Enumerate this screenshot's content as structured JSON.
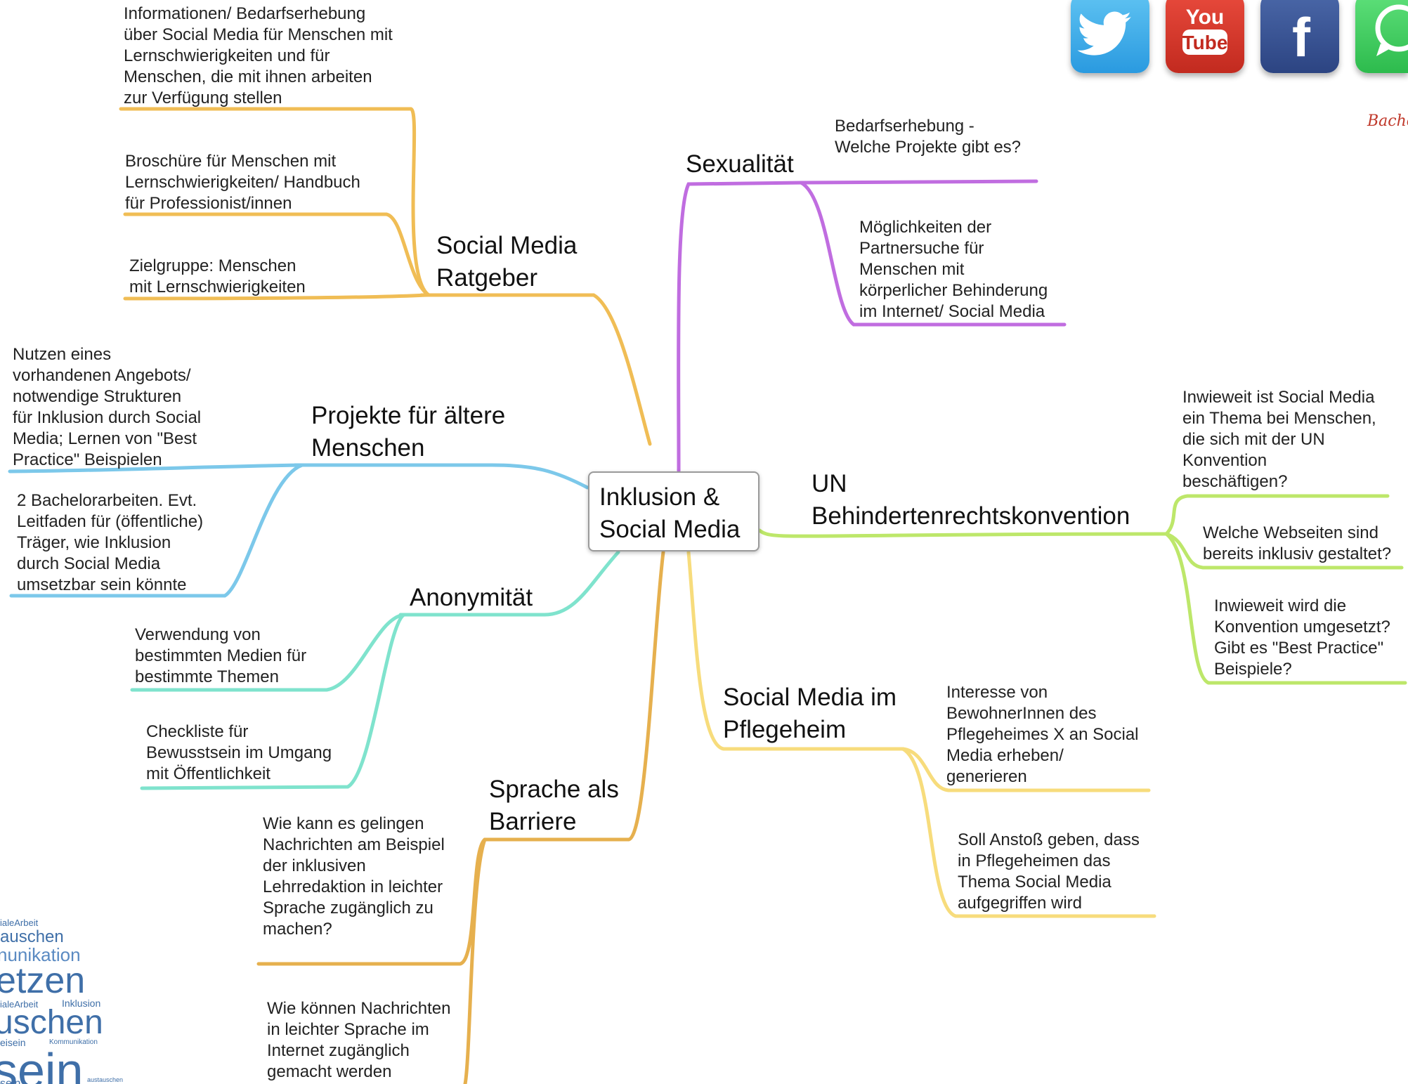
{
  "central": "Inklusion &\nSocial Media",
  "colors": {
    "orange": "#f0bd55",
    "purple": "#c06de0",
    "blue": "#7cc8ea",
    "teal": "#7fe3cd",
    "green": "#bde76a",
    "yellow": "#f7dc7c",
    "sprache": "#e6b04e"
  },
  "branches": {
    "social_media_ratgeber": {
      "label": "Social Media\nRatgeber",
      "leaves": [
        "Informationen/ Bedarfserhebung\nüber Social Media für Menschen mit\nLernschwierigkeiten und für\nMenschen, die mit ihnen arbeiten\nzur Verfügung stellen",
        "Broschüre für Menschen mit\nLernschwierigkeiten/ Handbuch\nfür Professionist/innen",
        "Zielgruppe: Menschen\nmit Lernschwierigkeiten"
      ]
    },
    "projekte_aeltere": {
      "label": "Projekte für ältere\nMenschen",
      "leaves": [
        "Nutzen eines\nvorhandenen Angebots/\nnotwendige Strukturen\nfür Inklusion durch Social\nMedia; Lernen von \"Best\nPractice\" Beispielen",
        "2 Bachelorarbeiten. Evt.\nLeitfaden für (öffentliche)\nTräger, wie Inklusion\ndurch Social Media\numsetzbar sein könnte"
      ]
    },
    "anonymitaet": {
      "label": "Anonymität",
      "leaves": [
        "Verwendung von\nbestimmten Medien für\nbestimmte Themen",
        "Checkliste für\nBewusstsein im Umgang\nmit Öffentlichkeit"
      ]
    },
    "sprache": {
      "label": "Sprache als\nBarriere",
      "leaves": [
        "Wie kann es gelingen\nNachrichten am Beispiel\nder inklusiven\nLehrredaktion in leichter\nSprache zugänglich zu\nmachen?",
        "Wie können Nachrichten\nin leichter Sprache im\nInternet zugänglich\ngemacht werden"
      ]
    },
    "sexualitaet": {
      "label": "Sexualität",
      "leaves": [
        "Bedarfserhebung -\nWelche Projekte gibt es?",
        "Möglichkeiten der\nPartnersuche für\nMenschen mit\nkörperlicher Behinderung\nim Internet/ Social Media"
      ]
    },
    "un": {
      "label": "UN\nBehindertenrechtskonvention",
      "leaves": [
        "Inwieweit ist Social Media\nein Thema bei Menschen,\ndie sich mit der UN\nKonvention\nbeschäftigen?",
        "Welche Webseiten sind\nbereits inklusiv gestaltet?",
        "Inwieweit wird die\nKonvention umgesetzt?\nGibt es \"Best Practice\"\nBeispiele?"
      ]
    },
    "pflegeheim": {
      "label": "Social Media im\nPflegeheim",
      "leaves": [
        "Interesse von\nBewohnerInnen des\nPflegeheimes X an Social\nMedia erheben/\ngenerieren",
        "Soll Anstoß geben, dass\nin Pflegeheimen das\nThema Social Media\naufgegriffen wird"
      ]
    }
  },
  "social_icons": {
    "icons": [
      "twitter-icon",
      "youtube-icon",
      "facebook-icon",
      "whatsapp-icon"
    ],
    "youtube_top": "You",
    "youtube_bottom": "Tube",
    "facebook_letter": "f"
  },
  "partial_text": "Bache",
  "word_cloud": {
    "words": [
      "ialeArbeit",
      "auschen",
      "nunikation",
      "etzen",
      "ialeArbeit",
      "Inklusion",
      "uschen",
      "eisein",
      "Kommunikation",
      "sein",
      "sein",
      "austauschen"
    ]
  }
}
